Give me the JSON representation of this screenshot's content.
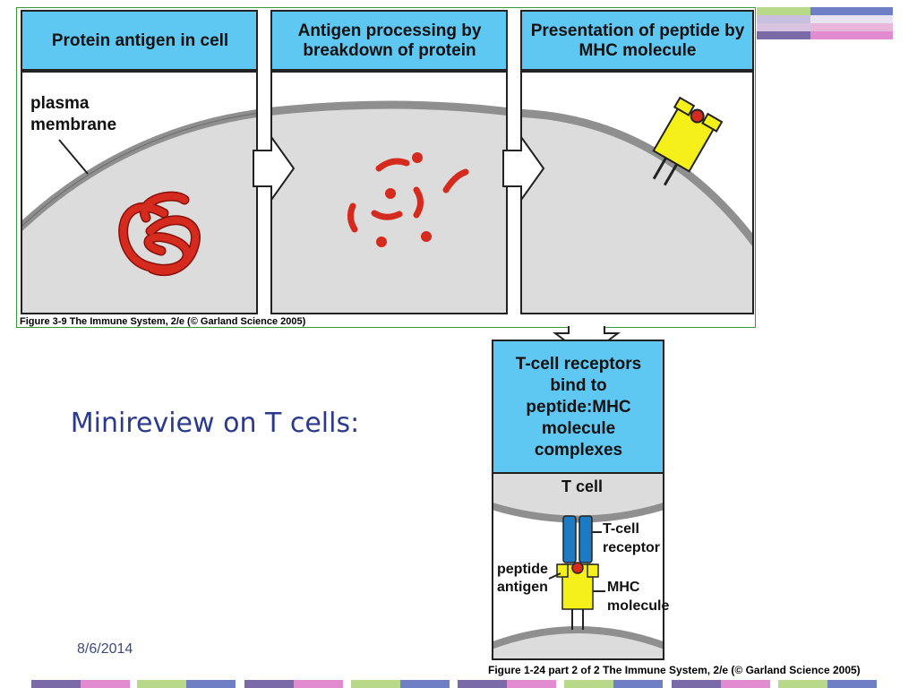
{
  "colors": {
    "panel_header": "#5fc8f2",
    "cell_fill": "#dcdcdc",
    "membrane": "#8f8f8f",
    "protein": "#d52b1e",
    "mhc": "#f5ef1a",
    "tcr": "#1d7bc4",
    "title_text": "#2b3a8c"
  },
  "panels": [
    {
      "title": "Protein antigen in cell"
    },
    {
      "title": "Antigen processing by breakdown of protein"
    },
    {
      "title": "Presentation of peptide by MHC molecule"
    }
  ],
  "labels": {
    "plasma_membrane": "plasma membrane",
    "t_cell": "T cell",
    "t_cell_receptor": "T-cell receptor",
    "peptide_antigen": "peptide antigen",
    "mhc_molecule": "MHC molecule"
  },
  "tcell_panel_title": "T-cell receptors bind  to peptide:MHC molecule complexes",
  "captions": {
    "top": "Figure 3-9  The Immune System, 2/e (© Garland Science 2005)",
    "bottom": "Figure 1-24 part 2 of 2  The Immune System, 2/e (© Garland Science 2005)"
  },
  "slide_title": "Minireview on T cells:",
  "date": "8/6/2014"
}
